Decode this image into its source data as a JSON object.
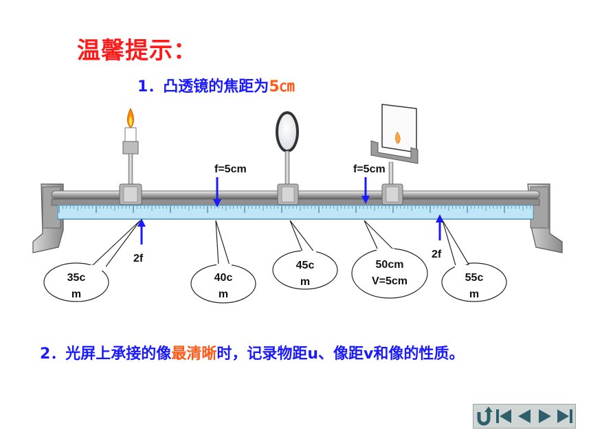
{
  "header": {
    "title": "温馨提示：",
    "note1_prefix": "1．凸透镜的焦距为",
    "note1_value": "5㎝"
  },
  "diagram": {
    "focal_labels": [
      "f=5cm",
      "f=5cm"
    ],
    "double_focal_labels": [
      "2f",
      "2f"
    ],
    "callouts": [
      {
        "line1": "35c",
        "line2": "m"
      },
      {
        "line1": "40c",
        "line2": "m"
      },
      {
        "line1": "45c",
        "line2": "m"
      },
      {
        "line1": "50cm",
        "line2": "V=5cm"
      },
      {
        "line1": "55c",
        "line2": "m"
      }
    ]
  },
  "footer": {
    "note2_prefix": "2．光屏上承接的像",
    "note2_highlight": "最清晰",
    "note2_suffix": "时，记录物距u、像距v和像的性质。"
  },
  "nav": {
    "icons": [
      "return-icon",
      "first-icon",
      "prev-icon",
      "next-icon",
      "last-icon"
    ]
  },
  "colors": {
    "title": "#ff1a1a",
    "text": "#1a1aff",
    "highlight": "#ff5a1a",
    "ruler": "#bfe6f7"
  }
}
